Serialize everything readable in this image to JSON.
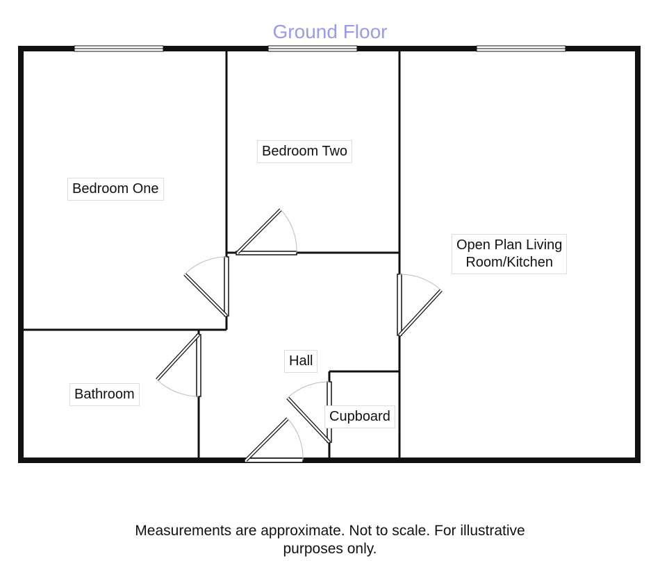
{
  "title": "Ground Floor",
  "rooms": {
    "bedroom_one": "Bedroom One",
    "bedroom_two": "Bedroom Two",
    "living_line1": "Open Plan Living",
    "living_line2": "Room/Kitchen",
    "hall": "Hall",
    "bathroom": "Bathroom",
    "cupboard": "Cupboard"
  },
  "footer": {
    "line1": "Measurements are approximate. Not to scale. For illustrative",
    "line2": "purposes only."
  },
  "colors": {
    "title": "#9999ee",
    "walls": "#111111",
    "door_arc": "#bbbbbb"
  }
}
